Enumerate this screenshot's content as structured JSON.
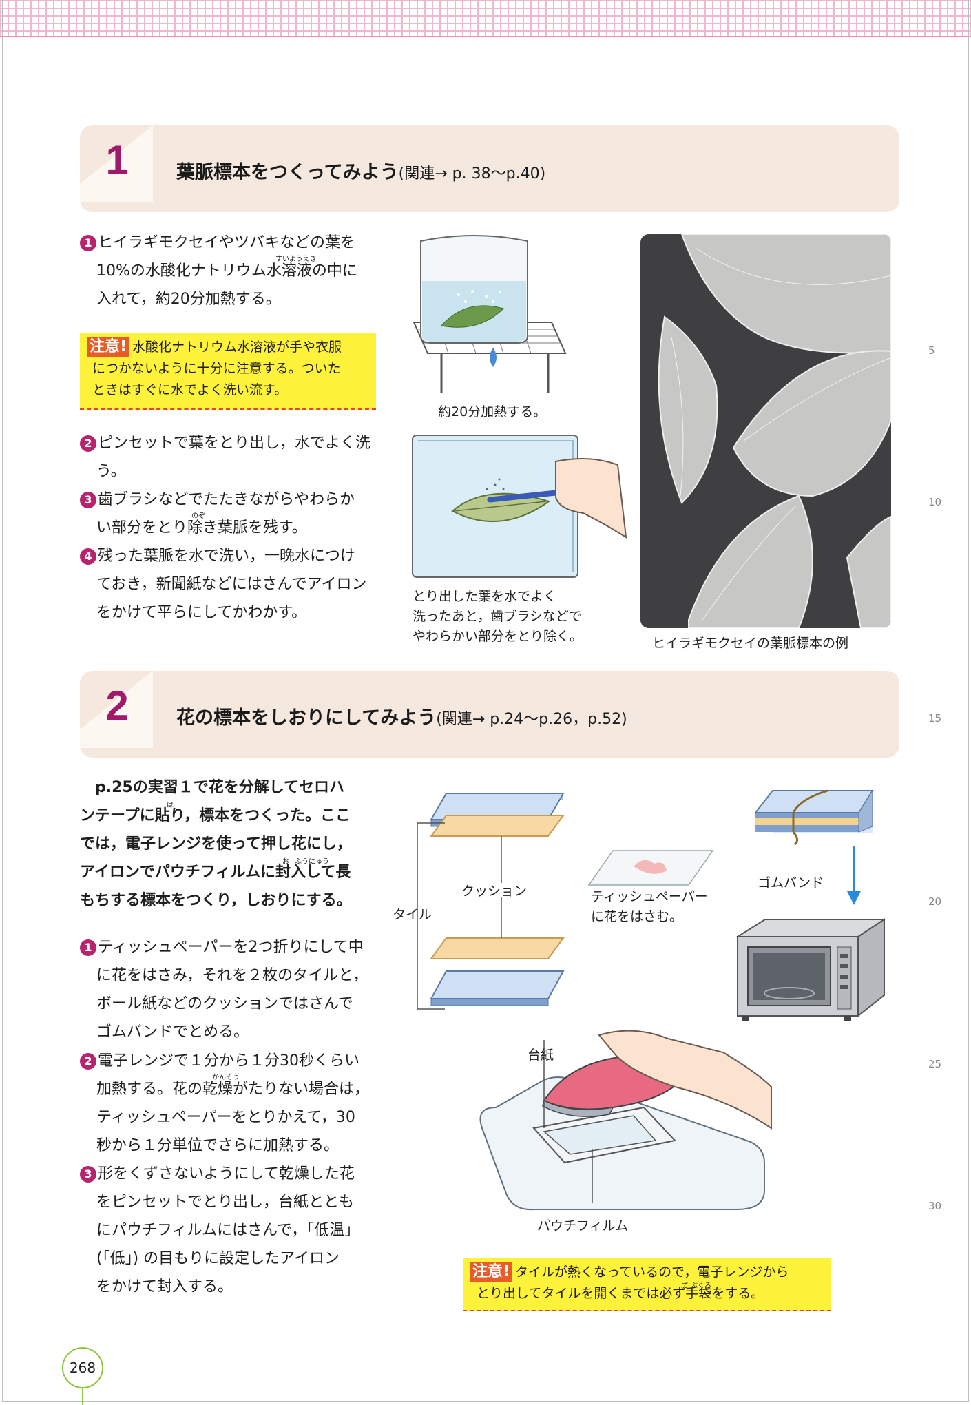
{
  "sections": [
    {
      "number": "1",
      "title": "葉脈標本をつくってみよう",
      "related": "(関連→ p. 38～p.40)"
    },
    {
      "number": "2",
      "title": "花の標本をしおりにしてみよう",
      "related": "(関連→ p.24～p.26，p.52)"
    }
  ],
  "s1": {
    "steps": [
      {
        "num": "1",
        "lines": [
          "ヒイラギモクセイやツバキなどの葉を",
          "10%の水酸化ナトリウム水溶液の中に",
          "入れて，約20分加熱する。"
        ]
      },
      {
        "num": "2",
        "lines": [
          "ピンセットで葉をとり出し，水でよく洗",
          "う。"
        ]
      },
      {
        "num": "3",
        "lines": [
          "歯ブラシなどでたたきながらやわらか",
          "い部分をとり除き葉脈を残す。"
        ]
      },
      {
        "num": "4",
        "lines": [
          "残った葉脈を水で洗い，一晩水につけ",
          "ておき，新聞紙などにはさんでアイロン",
          "をかけて平らにしてかわかす。"
        ]
      }
    ],
    "ruby": {
      "suiyoueki": "すいようえき",
      "nozo": "のぞ"
    },
    "caution": {
      "tag": "注意!",
      "lines": [
        "水酸化ナトリウム水溶液が手や衣服",
        "につかないように十分に注意する。ついた",
        "ときはすぐに水でよく洗い流す。"
      ]
    },
    "captions": {
      "beaker": "約20分加熱する。",
      "brush": [
        "とり出した葉を水でよく",
        "洗ったあと，歯ブラシなどで",
        "やわらかい部分をとり除く。"
      ],
      "photo": "ヒイラギモクセイの葉脈標本の例"
    }
  },
  "s2": {
    "intro": [
      "p.25の実習１で花を分解してセロハ",
      "ンテープに貼り，標本をつくった。ここ",
      "では，電子レンジを使って押し花にし，",
      "アイロンでパウチフィルムに封入して長",
      "もちする標本をつくり，しおりにする。"
    ],
    "ruby": {
      "ha": "は",
      "o": "お",
      "fuunyuu": "ふうにゅう",
      "kansou": "かんそう",
      "tebukuro": "て ぶくろ"
    },
    "steps": [
      {
        "num": "1",
        "lines": [
          "ティッシュペーパーを2つ折りにして中",
          "に花をはさみ，それを２枚のタイルと，",
          "ボール紙などのクッションではさんで",
          "ゴムバンドでとめる。"
        ]
      },
      {
        "num": "2",
        "lines": [
          "電子レンジで１分から１分30秒くらい",
          "加熱する。花の乾燥がたりない場合は，",
          "ティッシュペーパーをとりかえて，30",
          "秒から１分単位でさらに加熱する。"
        ]
      },
      {
        "num": "3",
        "lines": [
          "形をくずさないようにして乾燥した花",
          "をピンセットでとり出し，台紙ととも",
          "にパウチフィルムにはさんで，「低温」",
          "(「低」) の目もりに設定したアイロン",
          "をかけて封入する。"
        ]
      }
    ],
    "labels": {
      "cushion": "クッション",
      "tile": "タイル",
      "tissue": [
        "ティッシュペーパー",
        "に花をはさむ。"
      ],
      "rubber": "ゴムバンド",
      "daishi": "台紙",
      "pouch": "パウチフィルム"
    },
    "caution": {
      "tag": "注意!",
      "lines": [
        "タイルが熱くなっているので，電子レンジから",
        "とり出してタイルを開くまでは必ず手袋をする。"
      ]
    }
  },
  "line_numbers": [
    "5",
    "10",
    "15",
    "20",
    "25",
    "30"
  ],
  "page_number": "268",
  "colors": {
    "accent": "#a01a6c",
    "header_bg": "#f4e8df",
    "caution_bg": "#fff23a",
    "caution_tag": "#e95b27"
  }
}
